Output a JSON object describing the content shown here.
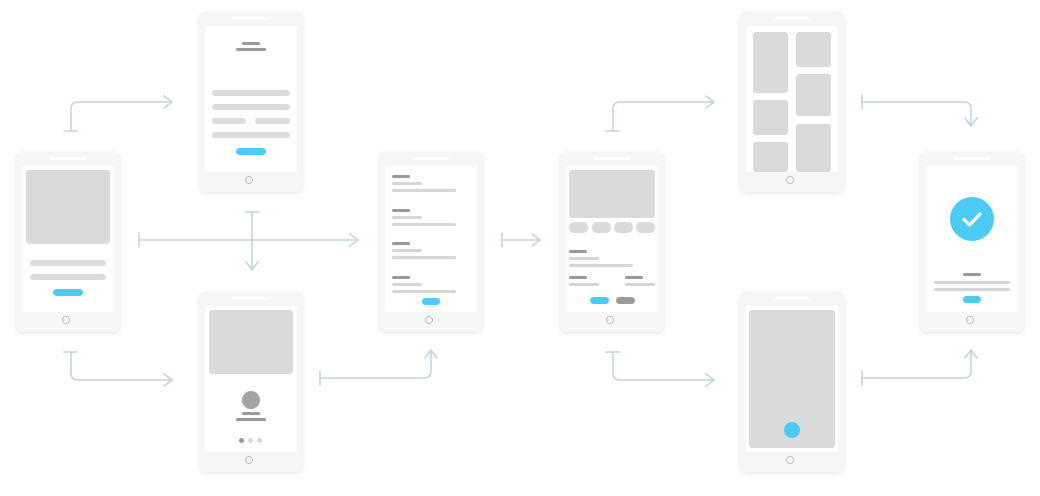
{
  "colors": {
    "accent": "#4ccbf7",
    "connector": "#c5d3df",
    "placeholder": "#dadada",
    "heading": "#9a9a9a",
    "phone_frame": "#f6f6f6"
  },
  "screens": [
    {
      "id": "start",
      "kind": "image-text-button"
    },
    {
      "id": "text-form",
      "kind": "text-lines-button"
    },
    {
      "id": "profile-onboarding",
      "kind": "image-avatar-pagination"
    },
    {
      "id": "list",
      "kind": "heading-list-button"
    },
    {
      "id": "detail",
      "kind": "image-chips-details-buttons"
    },
    {
      "id": "gallery",
      "kind": "masonry-grid"
    },
    {
      "id": "camera",
      "kind": "fullscreen-image-fab"
    },
    {
      "id": "success",
      "kind": "confirmation-check"
    }
  ],
  "icons": {
    "success": "check-icon",
    "connector_end": "arrowhead-icon",
    "connector_start": "bar-cap-icon"
  }
}
